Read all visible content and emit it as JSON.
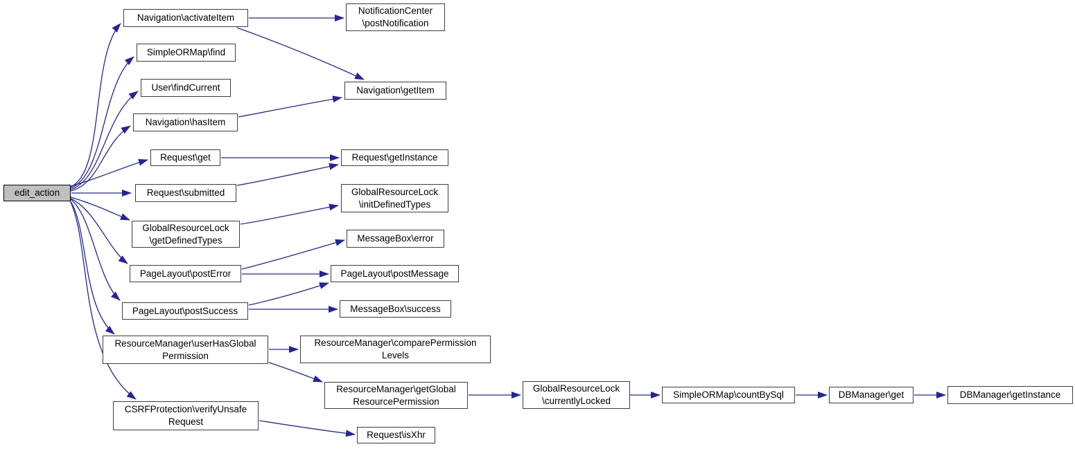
{
  "colors": {
    "background": "#FFFFFF",
    "edge": "#24249C",
    "node_border": "#3D3D3D",
    "node_fill": "#FFFFFF",
    "root_fill": "#BFBFBF",
    "text": "#000000"
  },
  "nodes": [
    {
      "id": "edit_action",
      "lines": [
        "edit_action"
      ]
    },
    {
      "id": "navigation_activateItem",
      "lines": [
        "Navigation\\activateItem"
      ]
    },
    {
      "id": "notificationCenter_postNotification",
      "lines": [
        "NotificationCenter",
        "\\postNotification"
      ]
    },
    {
      "id": "simpleORMap_find",
      "lines": [
        "SimpleORMap\\find"
      ]
    },
    {
      "id": "user_findCurrent",
      "lines": [
        "User\\findCurrent"
      ]
    },
    {
      "id": "navigation_hasItem",
      "lines": [
        "Navigation\\hasItem"
      ]
    },
    {
      "id": "navigation_getItem",
      "lines": [
        "Navigation\\getItem"
      ]
    },
    {
      "id": "request_get",
      "lines": [
        "Request\\get"
      ]
    },
    {
      "id": "request_getInstance",
      "lines": [
        "Request\\getInstance"
      ]
    },
    {
      "id": "request_submitted",
      "lines": [
        "Request\\submitted"
      ]
    },
    {
      "id": "globalResourceLock_initDefinedTypes",
      "lines": [
        "GlobalResourceLock",
        "\\initDefinedTypes"
      ]
    },
    {
      "id": "globalResourceLock_getDefinedTypes",
      "lines": [
        "GlobalResourceLock",
        "\\getDefinedTypes"
      ]
    },
    {
      "id": "messageBox_error",
      "lines": [
        "MessageBox\\error"
      ]
    },
    {
      "id": "pageLayout_postError",
      "lines": [
        "PageLayout\\postError"
      ]
    },
    {
      "id": "pageLayout_postMessage",
      "lines": [
        "PageLayout\\postMessage"
      ]
    },
    {
      "id": "pageLayout_postSuccess",
      "lines": [
        "PageLayout\\postSuccess"
      ]
    },
    {
      "id": "messageBox_success",
      "lines": [
        "MessageBox\\success"
      ]
    },
    {
      "id": "resourceManager_userHasGlobalPermission",
      "lines": [
        "ResourceManager\\userHasGlobal",
        "Permission"
      ]
    },
    {
      "id": "resourceManager_comparePermissionLevels",
      "lines": [
        "ResourceManager\\comparePermission",
        "Levels"
      ]
    },
    {
      "id": "resourceManager_getGlobalResourcePermission",
      "lines": [
        "ResourceManager\\getGlobal",
        "ResourcePermission"
      ]
    },
    {
      "id": "csrfProtection_verifyUnsafeRequest",
      "lines": [
        "CSRFProtection\\verifyUnsafe",
        "Request"
      ]
    },
    {
      "id": "request_isXhr",
      "lines": [
        "Request\\isXhr"
      ]
    },
    {
      "id": "globalResourceLock_currentlyLocked",
      "lines": [
        "GlobalResourceLock",
        "\\currentlyLocked"
      ]
    },
    {
      "id": "simpleORMap_countBySql",
      "lines": [
        "SimpleORMap\\countBySql"
      ]
    },
    {
      "id": "dbManager_get",
      "lines": [
        "DBManager\\get"
      ]
    },
    {
      "id": "dbManager_getInstance",
      "lines": [
        "DBManager\\getInstance"
      ]
    }
  ],
  "edges": [
    {
      "from": "edit_action",
      "to": "navigation_activateItem"
    },
    {
      "from": "edit_action",
      "to": "simpleORMap_find"
    },
    {
      "from": "edit_action",
      "to": "user_findCurrent"
    },
    {
      "from": "edit_action",
      "to": "navigation_hasItem"
    },
    {
      "from": "edit_action",
      "to": "request_get"
    },
    {
      "from": "edit_action",
      "to": "request_submitted"
    },
    {
      "from": "edit_action",
      "to": "globalResourceLock_getDefinedTypes"
    },
    {
      "from": "edit_action",
      "to": "pageLayout_postError"
    },
    {
      "from": "edit_action",
      "to": "pageLayout_postSuccess"
    },
    {
      "from": "edit_action",
      "to": "resourceManager_userHasGlobalPermission"
    },
    {
      "from": "edit_action",
      "to": "csrfProtection_verifyUnsafeRequest"
    },
    {
      "from": "navigation_activateItem",
      "to": "notificationCenter_postNotification"
    },
    {
      "from": "navigation_activateItem",
      "to": "navigation_getItem"
    },
    {
      "from": "navigation_hasItem",
      "to": "navigation_getItem"
    },
    {
      "from": "request_get",
      "to": "request_getInstance"
    },
    {
      "from": "request_submitted",
      "to": "request_getInstance"
    },
    {
      "from": "globalResourceLock_getDefinedTypes",
      "to": "globalResourceLock_initDefinedTypes"
    },
    {
      "from": "pageLayout_postError",
      "to": "messageBox_error"
    },
    {
      "from": "pageLayout_postError",
      "to": "pageLayout_postMessage"
    },
    {
      "from": "pageLayout_postSuccess",
      "to": "pageLayout_postMessage"
    },
    {
      "from": "pageLayout_postSuccess",
      "to": "messageBox_success"
    },
    {
      "from": "resourceManager_userHasGlobalPermission",
      "to": "resourceManager_comparePermissionLevels"
    },
    {
      "from": "resourceManager_userHasGlobalPermission",
      "to": "resourceManager_getGlobalResourcePermission"
    },
    {
      "from": "csrfProtection_verifyUnsafeRequest",
      "to": "request_isXhr"
    },
    {
      "from": "resourceManager_getGlobalResourcePermission",
      "to": "globalResourceLock_currentlyLocked"
    },
    {
      "from": "globalResourceLock_currentlyLocked",
      "to": "simpleORMap_countBySql"
    },
    {
      "from": "simpleORMap_countBySql",
      "to": "dbManager_get"
    },
    {
      "from": "dbManager_get",
      "to": "dbManager_getInstance"
    }
  ]
}
